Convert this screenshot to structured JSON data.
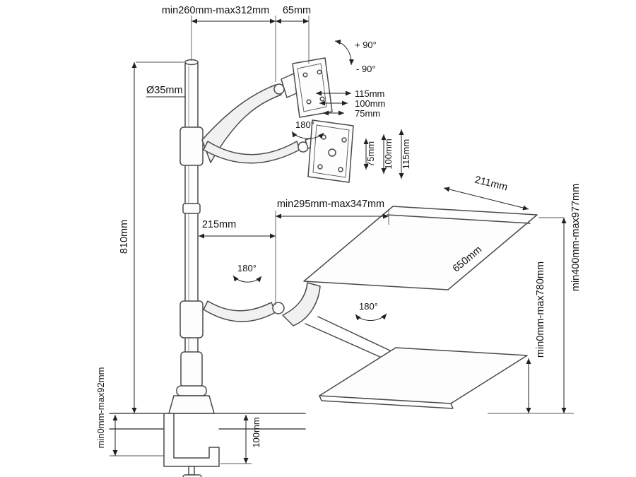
{
  "diagram": {
    "type": "technical-drawing",
    "description": "dimension drawing of a pole-mounted monitor arm with sit-stand keyboard tray and desk clamp",
    "dimensions": {
      "top_span": "min260mm-max312mm",
      "top_offset": "65mm",
      "tilt_up": "+ 90°",
      "tilt_down": "- 90°",
      "pole_diameter": "Ø35mm",
      "vesa_width_115": "115mm",
      "vesa_width_100": "100mm",
      "vesa_width_75": "75mm",
      "vesa_height_75": "75mm",
      "vesa_height_100": "100mm",
      "vesa_height_115": "115mm",
      "swivel_monitor": "180°",
      "tray_depth": "211mm",
      "arm_reach": "min295mm-max347mm",
      "arm_offset": "215mm",
      "swivel_arm": "180°",
      "tray_width": "650mm",
      "swivel_tray": "180°",
      "pole_height": "810mm",
      "worktop_height_range": "min400mm-max977mm",
      "tray_height_range": "min0mm-max780mm",
      "clamp_range": "min0mm-max92mm",
      "clamp_height": "100mm"
    }
  },
  "colors": {
    "line": "#4a4a4a",
    "dimension": "#222222",
    "text": "#141414",
    "background": "#ffffff"
  }
}
